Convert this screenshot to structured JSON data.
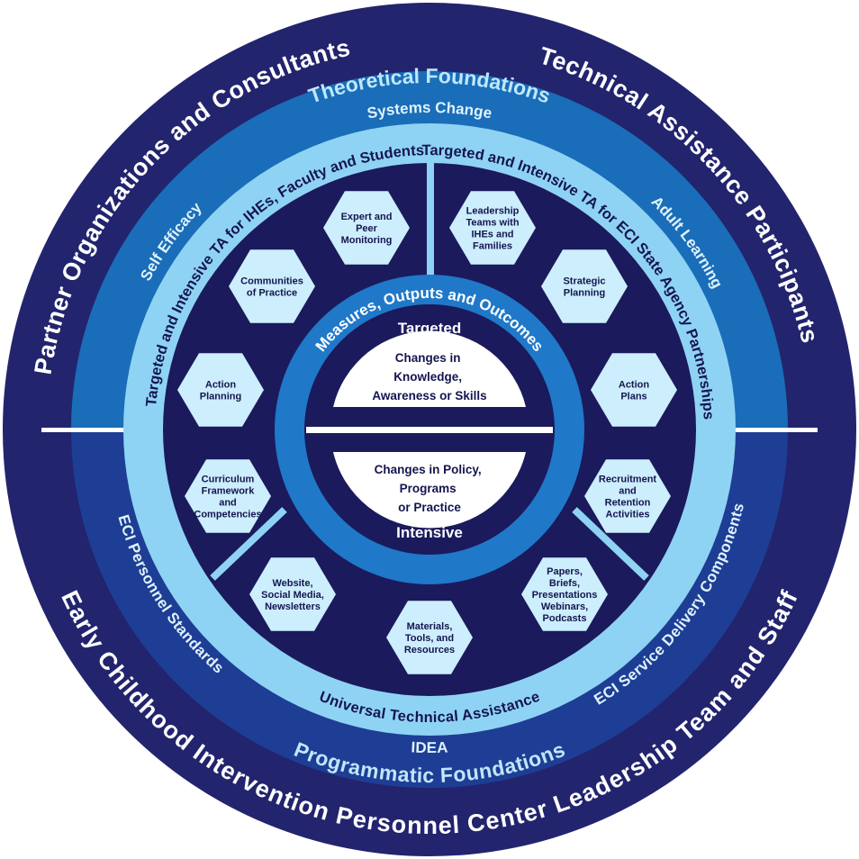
{
  "outer_ring": {
    "top_left": "Partner Organizations and Consultants",
    "top_right": "Technical Assistance Participants",
    "bottom": "Early Childhood Intervention Personnel Center Leadership Team and Staff"
  },
  "foundations": {
    "theoretical": "Theoretical Foundations",
    "programmatic": "Programmatic Foundations",
    "theoretical_items": {
      "systems_change": "Systems Change",
      "self_efficacy": "Self Efficacy",
      "adult_learning": "Adult Learning"
    },
    "programmatic_items": {
      "personnel_standards": "ECI Personnel Standards",
      "service_delivery": "ECI Service Delivery Components",
      "idea": "IDEA"
    }
  },
  "ta_ring": {
    "left": "Targeted and Intensive TA for IHEs, Faculty and Students",
    "right": "Targeted and Intensive TA for ECI State Agency Partnerships",
    "bottom": "Universal Technical Assistance"
  },
  "hexagons": {
    "expert_peer_monitoring": [
      "Expert and",
      "Peer",
      "Monitoring"
    ],
    "communities_of_practice": [
      "Communities",
      "of Practice"
    ],
    "action_planning": [
      "Action",
      "Planning"
    ],
    "curriculum_framework": [
      "Curriculum",
      "Framework",
      "and",
      "Competencies"
    ],
    "leadership_teams": [
      "Leadership",
      "Teams with",
      "IHEs and",
      "Families"
    ],
    "strategic_planning": [
      "Strategic",
      "Planning"
    ],
    "action_plans": [
      "Action",
      "Plans"
    ],
    "recruitment_retention": [
      "Recruitment",
      "and",
      "Retention",
      "Activities"
    ],
    "website_social": [
      "Website,",
      "Social Media,",
      "Newsletters"
    ],
    "materials_tools": [
      "Materials,",
      "Tools, and",
      "Resources"
    ],
    "papers_briefs": [
      "Papers,",
      "Briefs,",
      "Presentations",
      "Webinars,",
      "Podcasts"
    ]
  },
  "inner_ring": {
    "measures": "Measures, Outputs and Outcomes",
    "targeted": "Targeted",
    "intensive": "Intensive"
  },
  "center": {
    "top": [
      "Changes in",
      "Knowledge,",
      "Awareness or Skills"
    ],
    "bottom": [
      "Changes in Policy,",
      "Programs",
      "or Practice"
    ]
  },
  "colors": {
    "outer_navy": "#23246e",
    "foundation_blue_top": "#1a6db8",
    "foundation_blue_bottom": "#1e3e95",
    "light_blue": "#8fd3f4",
    "inner_navy": "#1b1a5c",
    "hex_fill": "#cdeefc",
    "inner_ring_blue": "#1f78c8"
  }
}
